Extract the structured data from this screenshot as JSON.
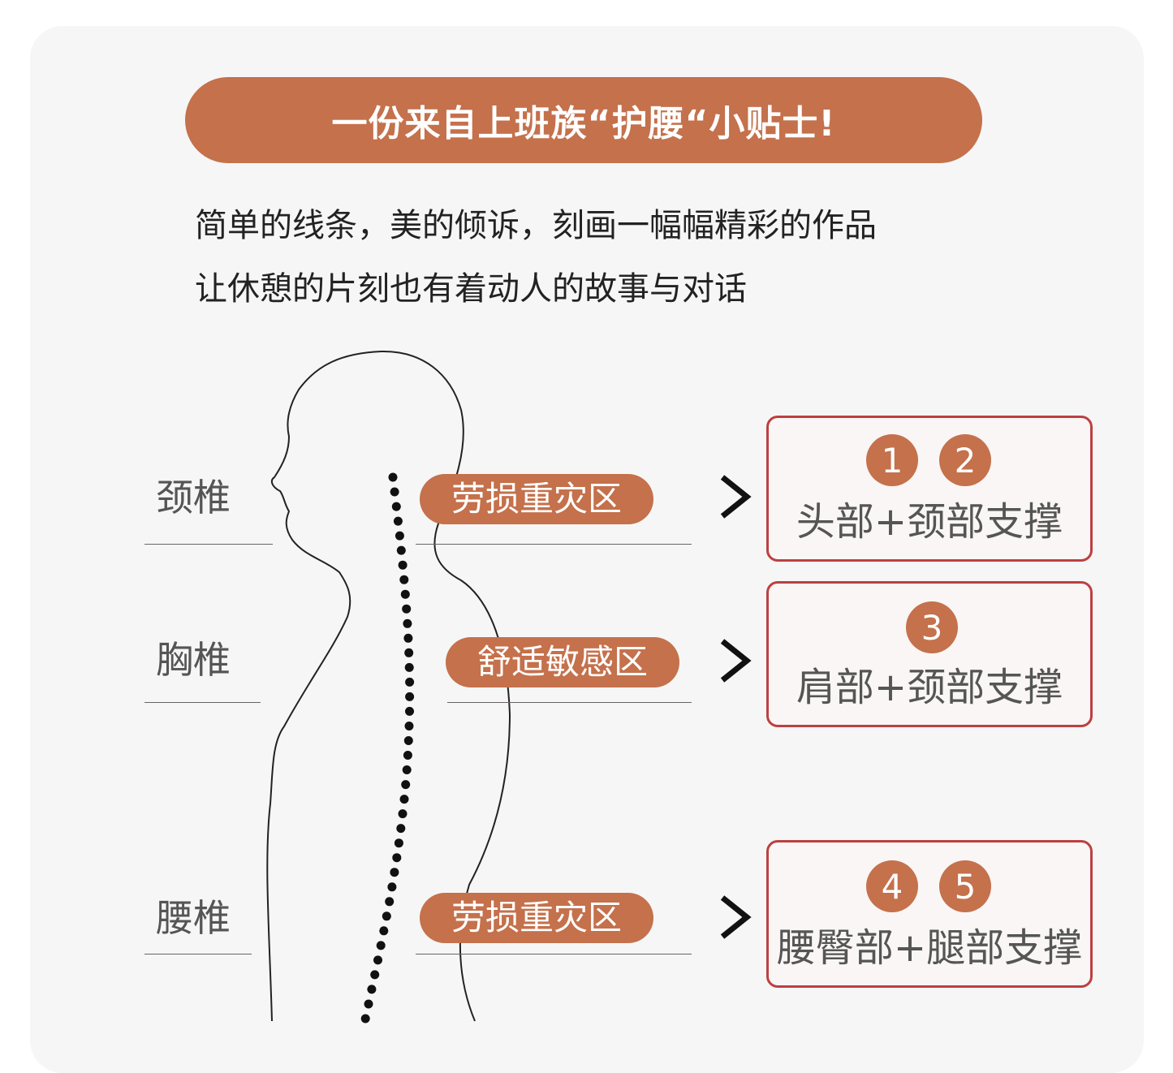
{
  "banner": {
    "title": "一份来自上班族“护腰“小贴士!"
  },
  "intro": {
    "line1": "简单的线条，美的倾诉，刻画一幅幅精彩的作品",
    "line2": "让休憩的片刻也有着动人的故事与对话"
  },
  "sections": [
    {
      "spine_label": "颈椎",
      "zone_label": "劳损重灾区",
      "numbers": [
        "1",
        "2"
      ],
      "support_text": "头部+颈部支撑"
    },
    {
      "spine_label": "胸椎",
      "zone_label": "舒适敏感区",
      "numbers": [
        "3"
      ],
      "support_text": "肩部+颈部支撑"
    },
    {
      "spine_label": "腰椎",
      "zone_label": "劳损重灾区",
      "numbers": [
        "4",
        "5"
      ],
      "support_text": "腰臀部+腿部支撑"
    }
  ],
  "colors": {
    "accent": "#c4714c",
    "box_border": "#bc4040",
    "background": "#f6f6f6"
  },
  "icons": {
    "arrow": "chevron-right-icon",
    "figure": "human-silhouette-icon"
  }
}
